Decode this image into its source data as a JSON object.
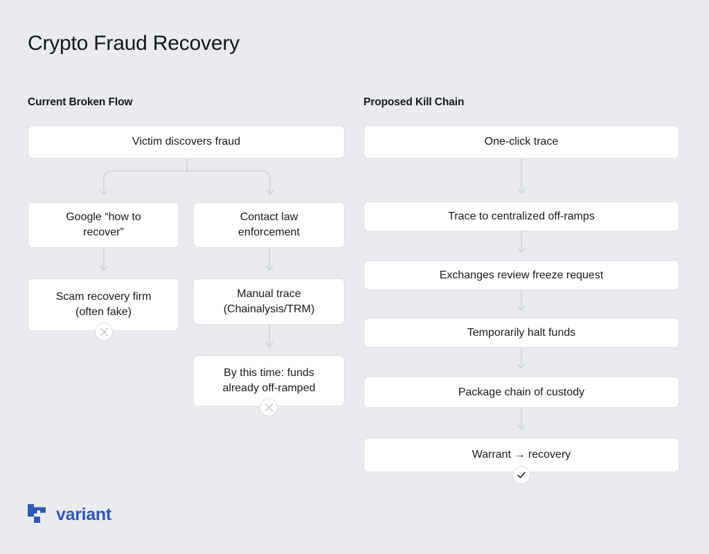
{
  "page": {
    "title": "Crypto Fraud Recovery",
    "background_color": "#e9ebef",
    "node_fill": "#ffffff",
    "node_border": "#dcdfe4",
    "connector_color": "#cfd3d9",
    "text_color": "#15191f",
    "brand_color": "#2f58b5"
  },
  "columns": {
    "left": {
      "header": "Current Broken Flow",
      "nodes": [
        {
          "id": "victim",
          "label": "Victim discovers fraud",
          "badge": null
        },
        {
          "id": "google",
          "label": "Google “how to\nrecover”",
          "badge": null
        },
        {
          "id": "contact",
          "label": "Contact law\nenforcement",
          "badge": null
        },
        {
          "id": "scam-firm",
          "label": "Scam recovery firm\n(often fake)",
          "badge": "fail"
        },
        {
          "id": "manual-trace",
          "label": "Manual trace\n(Chainalysis/TRM)",
          "badge": null
        },
        {
          "id": "too-late",
          "label": "By this time: funds\nalready off-ramped",
          "badge": "fail"
        }
      ]
    },
    "right": {
      "header": "Proposed Kill Chain",
      "nodes": [
        {
          "id": "one-click",
          "label": "One-click trace",
          "badge": null
        },
        {
          "id": "offramps",
          "label": "Trace to centralized off-ramps",
          "badge": null
        },
        {
          "id": "freeze",
          "label": "Exchanges review freeze request",
          "badge": null
        },
        {
          "id": "halt",
          "label": "Temporarily halt funds",
          "badge": null
        },
        {
          "id": "custody",
          "label": "Package chain of custody",
          "badge": null
        },
        {
          "id": "warrant",
          "label": "Warrant → recovery",
          "badge": "success"
        }
      ]
    }
  },
  "badges": {
    "fail": {
      "icon": "x-icon",
      "glyph": "✕",
      "color": "#c3c7cd"
    },
    "success": {
      "icon": "check-icon",
      "glyph": "✓",
      "color": "#14181e"
    }
  },
  "footer": {
    "logo_text": "variant",
    "logo_mark": "variant-blocks-icon"
  }
}
